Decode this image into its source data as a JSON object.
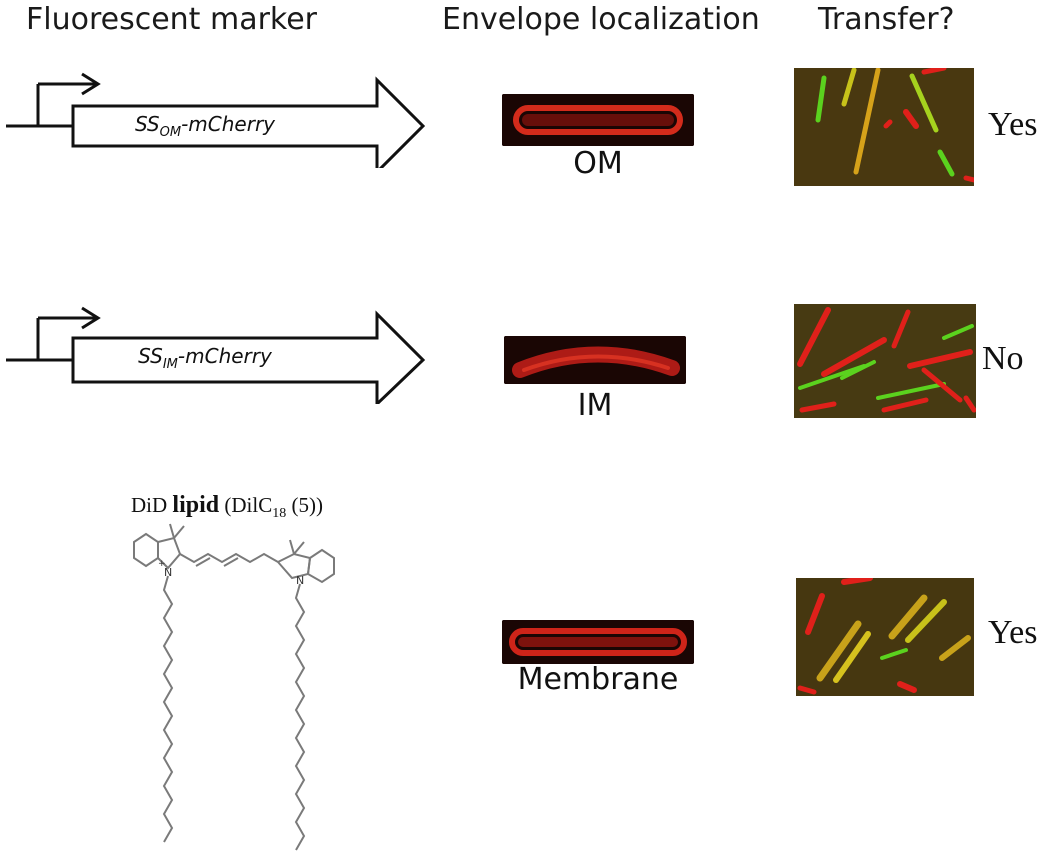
{
  "headers": {
    "marker": "Fluorescent marker",
    "localization": "Envelope localization",
    "transfer": "Transfer?"
  },
  "rows": [
    {
      "construct_prefix": "SS",
      "construct_sub": "OM",
      "construct_suffix": "-mCherry",
      "localization_label": "OM",
      "transfer": "Yes"
    },
    {
      "construct_prefix": "SS",
      "construct_sub": "IM",
      "construct_suffix": "-mCherry",
      "localization_label": "IM",
      "transfer": "No"
    },
    {
      "localization_label": "Membrane",
      "transfer": "Yes"
    }
  ],
  "lipid": {
    "name": "DiD",
    "word": "lipid",
    "formula_open": "(DilC",
    "formula_sub": "18",
    "formula_close": " (5))",
    "atom_n1": "N",
    "atom_n2": "N",
    "charge": "+"
  },
  "colors": {
    "mcherry_red": "#e0201a",
    "gfp_green": "#5bd21e",
    "merge_yellow": "#c8c21a",
    "micro_bg": "#4a3a10"
  }
}
